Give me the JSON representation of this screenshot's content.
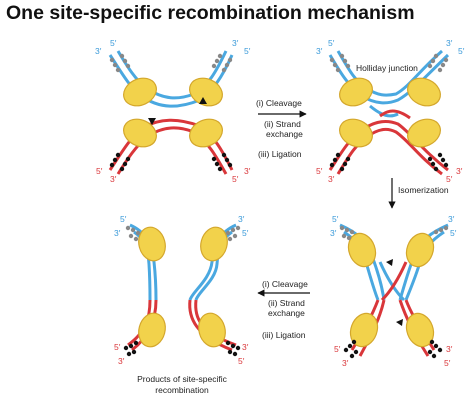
{
  "title": "One site-specific recombination mechanism",
  "labels": {
    "holliday": "Holliday junction",
    "isomerization": "Isomerization",
    "products_line1": "Products of site-specific",
    "products_line2": "recombination"
  },
  "steps_top": [
    "(i) Cleavage",
    "(ii) Strand",
    "exchange",
    "(iii) Ligation"
  ],
  "steps_bottom": [
    "(i) Cleavage",
    "(ii) Strand",
    "exchange",
    "(iii) Ligation"
  ],
  "ends": {
    "five_prime": "5′",
    "three_prime": "3′"
  },
  "colors": {
    "blue_strand": "#4aa8e0",
    "red_strand": "#d9363a",
    "protein": "#f2d24b",
    "protein_outline": "#d4a72c",
    "blue_end": "#888888",
    "red_end": "#111111",
    "blue_text": "#3a9ad9",
    "red_text": "#d9363a"
  }
}
